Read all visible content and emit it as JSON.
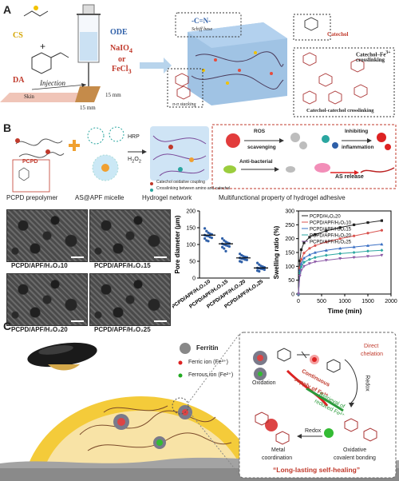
{
  "panelA": {
    "letter": "A",
    "cs": "CS",
    "da": "DA",
    "plus": "+",
    "ode": "ODE",
    "naio4": "NaIO",
    "naio4_sub": "4",
    "or": "or",
    "fecl3": "FeCl",
    "fecl3_sub": "3",
    "injection": "Injection",
    "skin": "Skin",
    "dim1": "15 mm",
    "dim2": "15 mm",
    "schiff": "Schiff base",
    "schiff_formula": "-C=N-",
    "catechol": "Catechol",
    "fe_crosslinking": "Catechol–Fe",
    "fe_crosslinking_sup": "3+",
    "fe_crosslinking2": "crosslinking",
    "cc_crosslinking": "Catechol-catechol crosslinking",
    "pipi": "π-π stacking"
  },
  "panelB": {
    "letter": "B",
    "pcpd": "PCPD",
    "hrp": "HRP",
    "h2o2": "H",
    "h2o2_sub1": "2",
    "h2o2_o": "O",
    "h2o2_sub2": "2",
    "legend1": "Catechol oxidative coupling",
    "legend2": "Crosslinking between amino and catechol",
    "ros": "ROS",
    "ros2": "scavenging",
    "inhib": "Inhibiting",
    "inhib2": "inflammation",
    "antibac": "Anti-bacterial",
    "as_release": "AS release",
    "cap1": "PCPD prepolymer",
    "cap2": "AS@APF micelle",
    "cap3": "Hydrogel network",
    "cap4": "Multifunctional property of hydrogel adhesive",
    "sem_labels": [
      "PCPD/APF/H₂O₂10",
      "PCPD/APF/H₂O₂15",
      "PCPD/APF/H₂O₂20",
      "PCPD/APF/H₂O₂25"
    ]
  },
  "panelC": {
    "letter": "C",
    "ferritin": "Ferritin",
    "ferric": "Ferric ion (Fe³⁺)",
    "ferrous": "Ferrous ion (Fe²⁺)",
    "oxidation": "Oxidation",
    "direct": "Direct",
    "chelation": "chelation",
    "continuous": "Continuous",
    "supply": "supply of Fe³⁺",
    "redox": "Redox",
    "retrieval": "Retrieval of",
    "reduced": "reduced Fe²⁺",
    "metal": "Metal",
    "coordination": "coordination",
    "oxidative": "Oxidative",
    "covalent": "covalent bonding",
    "longlasting": "“Long-lasting self-healing”"
  },
  "chart_data": [
    {
      "type": "scatter",
      "ylabel": "Pore diameter (μm)",
      "xlabel": "",
      "ylim": [
        0,
        200
      ],
      "yticks": [
        0,
        50,
        100,
        150,
        200
      ],
      "categories": [
        "PCPD/APF/H₂O₂10",
        "PCPD/APF/H₂O₂15",
        "PCPD/APF/H₂O₂20",
        "PCPD/APF/H₂O₂25"
      ],
      "means": [
        128,
        102,
        60,
        30
      ],
      "points": [
        [
          148,
          140,
          135,
          132,
          130,
          128,
          126,
          125,
          122,
          120,
          118,
          112,
          110
        ],
        [
          118,
          112,
          108,
          105,
          103,
          102,
          100,
          98,
          96,
          94,
          92,
          88,
          80
        ],
        [
          72,
          68,
          65,
          63,
          62,
          60,
          58,
          57,
          55,
          54,
          50,
          48
        ],
        [
          45,
          40,
          36,
          34,
          32,
          30,
          29,
          28,
          27,
          25,
          22,
          20
        ]
      ],
      "color": "#2e5fa8"
    },
    {
      "type": "line",
      "xlabel": "Time (min)",
      "ylabel": "Swelling ratio (%)",
      "xlim": [
        0,
        2000
      ],
      "ylim": [
        0,
        300
      ],
      "xticks": [
        0,
        500,
        1000,
        1500,
        2000
      ],
      "yticks": [
        0,
        50,
        100,
        150,
        200,
        250,
        300
      ],
      "x": [
        0,
        30,
        60,
        120,
        240,
        360,
        600,
        900,
        1200,
        1500,
        1800
      ],
      "series": [
        {
          "name": "PCPD/H₂O₂20",
          "color": "#222222",
          "marker": "square",
          "values": [
            0,
            120,
            160,
            185,
            205,
            215,
            228,
            240,
            250,
            258,
            265
          ]
        },
        {
          "name": "PCPD/APF/H₂O₂10",
          "color": "#d9534f",
          "marker": "circle",
          "values": [
            0,
            95,
            125,
            148,
            165,
            175,
            188,
            200,
            210,
            220,
            230
          ]
        },
        {
          "name": "PCPD/APF/H₂O₂15",
          "color": "#3a6fc4",
          "marker": "triangle",
          "values": [
            0,
            85,
            110,
            130,
            142,
            150,
            158,
            165,
            170,
            175,
            180
          ]
        },
        {
          "name": "PCPD/APF/H₂O₂20",
          "color": "#2aa6a0",
          "marker": "diamond",
          "values": [
            0,
            75,
            98,
            115,
            125,
            132,
            140,
            146,
            150,
            155,
            158
          ]
        },
        {
          "name": "PCPD/APF/H₂O₂25",
          "color": "#8e5ca8",
          "marker": "triangle-down",
          "values": [
            0,
            65,
            85,
            100,
            110,
            116,
            122,
            128,
            132,
            136,
            140
          ]
        }
      ]
    }
  ]
}
